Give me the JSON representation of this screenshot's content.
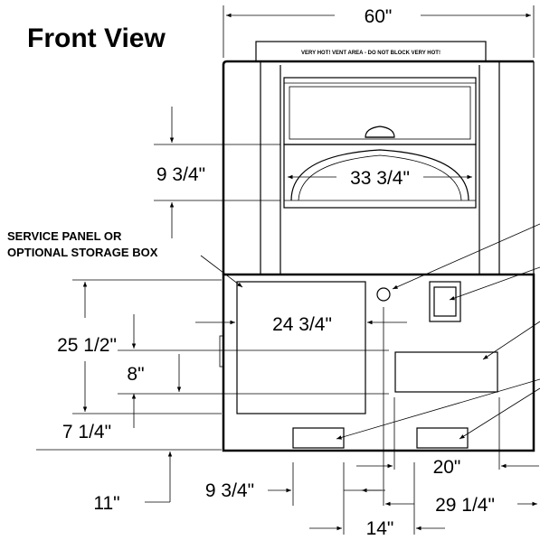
{
  "title": "Front View",
  "callout": {
    "line1": "SERVICE PANEL OR",
    "line2": "OPTIONAL STORAGE BOX"
  },
  "warning_label": "VERY HOT!  VENT AREA - DO NOT BLOCK  VERY HOT!",
  "dimensions": {
    "overall_width": "60\"",
    "opening_height": "9 3/4\"",
    "opening_width": "33 3/4\"",
    "panel_width": "24 3/4\"",
    "base_height": "25 1/2\"",
    "panel_gap": "8\"",
    "lower_height": "7 1/4\"",
    "foot_height": "11\"",
    "left_offset": "9 3/4\"",
    "center_offset": "14\"",
    "right_offset": "20\"",
    "right_span": "29 1/4\""
  }
}
